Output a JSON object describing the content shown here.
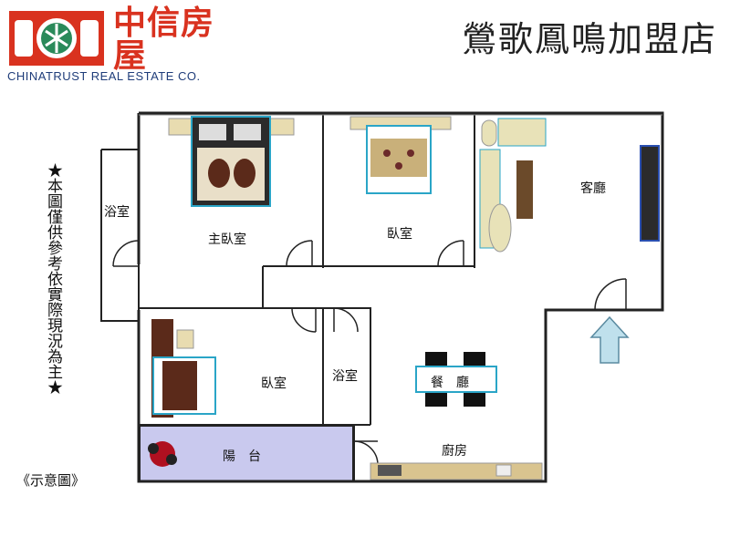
{
  "header": {
    "logo_cn": "中信房屋",
    "logo_en": "CHINATRUST REAL ESTATE CO.",
    "store_name": "鶯歌鳳鳴加盟店"
  },
  "notes": {
    "side_note": "★本圖僅供參考依實際現況為主★",
    "legend": "《示意圖》"
  },
  "rooms": {
    "master_bedroom": "主臥室",
    "bedroom_top": "臥室",
    "bedroom_bottom": "臥室",
    "living_room": "客廳",
    "bathroom_left": "浴室",
    "bathroom_mid": "浴室",
    "dining_room": "餐　廳",
    "kitchen": "廚房",
    "balcony": "陽　台"
  },
  "colors": {
    "brand_red": "#d9321f",
    "brand_blue": "#1f3d7a",
    "wall": "#222222",
    "balcony_fill": "#c9c9ee",
    "entrance_arrow": "#bfe0ec",
    "bed_wood": "#5b2a1a",
    "kitchen_counter": "#d9c48f"
  }
}
